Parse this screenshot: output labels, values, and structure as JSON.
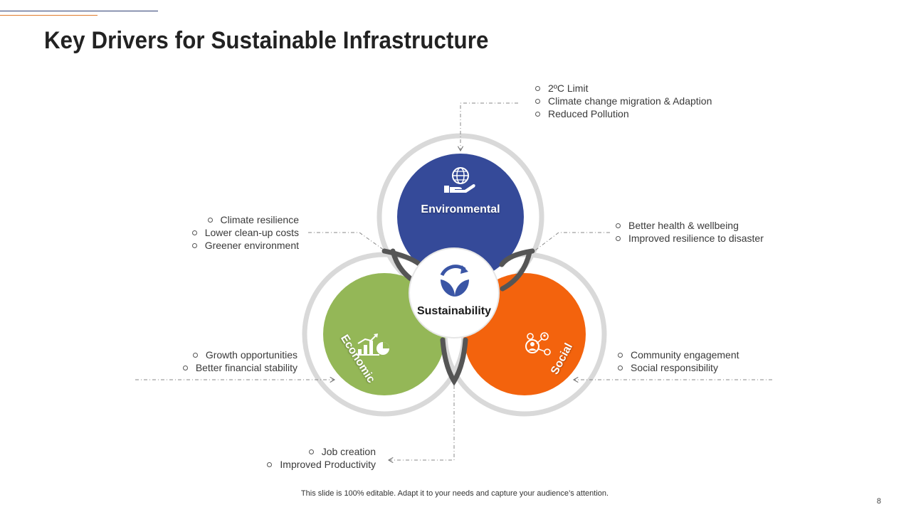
{
  "slide": {
    "title": "Key Drivers for Sustainable Infrastructure",
    "footer": "This slide is 100% editable. Adapt it to your needs and capture your audience’s attention.",
    "page_number": "8"
  },
  "center": {
    "label": "Sustainability",
    "icon": "sustainability-leaf-icon",
    "color": "#3a55a5"
  },
  "circles": {
    "environmental": {
      "label": "Environmental",
      "color": "#354a99",
      "icon": "globe-hand-icon"
    },
    "economic": {
      "label": "Economic",
      "color": "#94b757",
      "icon": "chart-growth-icon"
    },
    "social": {
      "label": "Social",
      "color": "#f3630d",
      "icon": "people-network-icon"
    }
  },
  "lists": {
    "environmental_top": [
      "2ºC Limit",
      "Climate change migration & Adaption",
      "Reduced Pollution"
    ],
    "env_econ_overlap": [
      "Climate resilience",
      "Lower clean-up costs",
      "Greener environment"
    ],
    "env_social_overlap": [
      "Better health & wellbeing",
      "Improved resilience to disaster"
    ],
    "economic": [
      "Growth opportunities",
      "Better financial stability"
    ],
    "social": [
      "Community engagement",
      "Social responsibility"
    ],
    "econ_social_overlap": [
      "Job creation",
      "Improved Productivity"
    ]
  },
  "colors": {
    "ring": "#d9d9d9",
    "overlap_arc": "#555555",
    "connector": "#777777"
  }
}
